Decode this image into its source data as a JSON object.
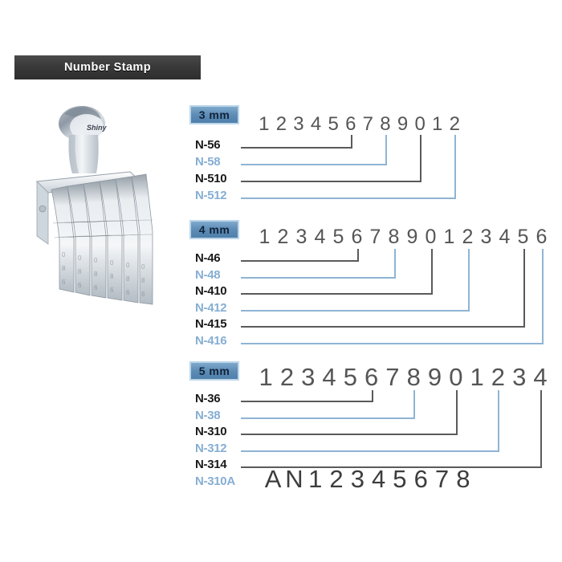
{
  "header": {
    "title": "Number Stamp"
  },
  "product_image": {
    "icon": "number-stamp-photo",
    "brand_mark": "Shiny"
  },
  "sections": [
    {
      "badge": "3 mm",
      "digits": [
        "1",
        "2",
        "3",
        "4",
        "5",
        "6",
        "7",
        "8",
        "9",
        "0",
        "1",
        "2"
      ],
      "digit_count": 12,
      "models": [
        {
          "label": "N-56",
          "digits": 6,
          "color": "dark"
        },
        {
          "label": "N-58",
          "digits": 8,
          "color": "light"
        },
        {
          "label": "N-510",
          "digits": 10,
          "color": "dark"
        },
        {
          "label": "N-512",
          "digits": 12,
          "color": "light"
        }
      ]
    },
    {
      "badge": "4 mm",
      "digits": [
        "1",
        "2",
        "3",
        "4",
        "5",
        "6",
        "7",
        "8",
        "9",
        "0",
        "1",
        "2",
        "3",
        "4",
        "5",
        "6"
      ],
      "digit_count": 16,
      "models": [
        {
          "label": "N-46",
          "digits": 6,
          "color": "dark"
        },
        {
          "label": "N-48",
          "digits": 8,
          "color": "light"
        },
        {
          "label": "N-410",
          "digits": 10,
          "color": "dark"
        },
        {
          "label": "N-412",
          "digits": 12,
          "color": "light"
        },
        {
          "label": "N-415",
          "digits": 15,
          "color": "dark"
        },
        {
          "label": "N-416",
          "digits": 16,
          "color": "light"
        }
      ]
    },
    {
      "badge": "5 mm",
      "digits": [
        "1",
        "2",
        "3",
        "4",
        "5",
        "6",
        "7",
        "8",
        "9",
        "0",
        "1",
        "2",
        "3",
        "4"
      ],
      "digit_count": 14,
      "models": [
        {
          "label": "N-36",
          "digits": 6,
          "color": "dark"
        },
        {
          "label": "N-38",
          "digits": 8,
          "color": "light"
        },
        {
          "label": "N-310",
          "digits": 10,
          "color": "dark"
        },
        {
          "label": "N-312",
          "digits": 12,
          "color": "light"
        },
        {
          "label": "N-314",
          "digits": 14,
          "color": "dark"
        }
      ],
      "alt_model": {
        "label": "N-310A",
        "color": "light",
        "characters": [
          "A",
          "N",
          "1",
          "2",
          "3",
          "4",
          "5",
          "6",
          "7",
          "8"
        ]
      }
    }
  ],
  "colors": {
    "badge_blue": "#5d8cb5",
    "badge_border": "#bcd6e8",
    "label_dark": "#1a1a1a",
    "label_light": "#86aed3",
    "leader_dark": "#5a5a5a",
    "leader_light": "#8fb4d4",
    "header_bar": "#3a3a3a",
    "background": "#ffffff"
  }
}
